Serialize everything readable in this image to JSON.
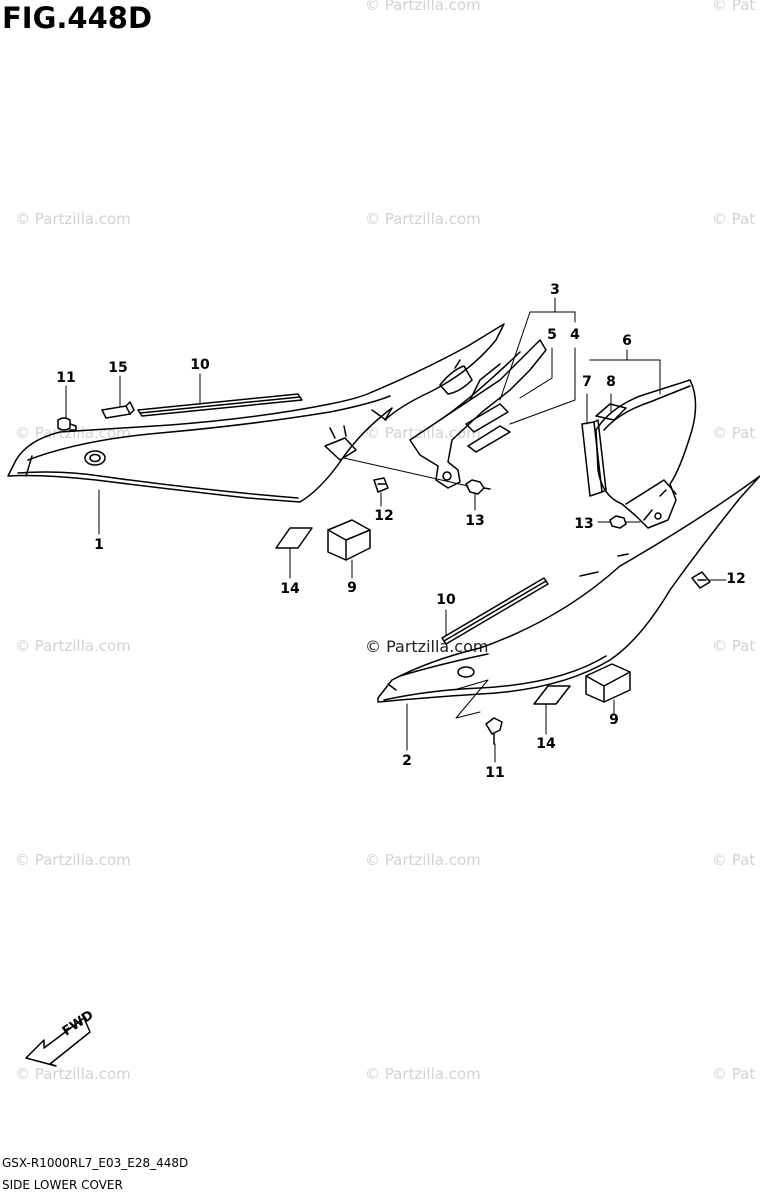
{
  "figure": {
    "title": "FIG.448D",
    "model_code": "GSX-R1000RL7_E03_E28_448D",
    "caption": "SIDE LOWER COVER"
  },
  "watermark": {
    "text": "© Partzilla.com",
    "short": "© Pat",
    "center": "© Partzilla.com"
  },
  "fwd_label": "FWD",
  "callouts": [
    {
      "id": "c1",
      "label": "1"
    },
    {
      "id": "c2",
      "label": "2"
    },
    {
      "id": "c3",
      "label": "3"
    },
    {
      "id": "c4",
      "label": "4"
    },
    {
      "id": "c5",
      "label": "5"
    },
    {
      "id": "c6",
      "label": "6"
    },
    {
      "id": "c7",
      "label": "7"
    },
    {
      "id": "c8",
      "label": "8"
    },
    {
      "id": "c9a",
      "label": "9"
    },
    {
      "id": "c9b",
      "label": "9"
    },
    {
      "id": "c10a",
      "label": "10"
    },
    {
      "id": "c10b",
      "label": "10"
    },
    {
      "id": "c11a",
      "label": "11"
    },
    {
      "id": "c11b",
      "label": "11"
    },
    {
      "id": "c12a",
      "label": "12"
    },
    {
      "id": "c12b",
      "label": "12"
    },
    {
      "id": "c13a",
      "label": "13"
    },
    {
      "id": "c13b",
      "label": "13"
    },
    {
      "id": "c14a",
      "label": "14"
    },
    {
      "id": "c14b",
      "label": "14"
    },
    {
      "id": "c15",
      "label": "15"
    }
  ]
}
